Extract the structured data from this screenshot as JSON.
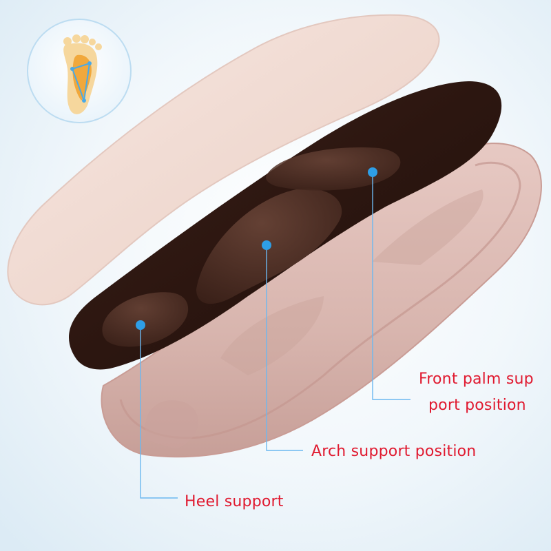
{
  "callouts": {
    "front_palm": {
      "line1": "Front palm sup",
      "line2": "port position"
    },
    "arch": "Arch support position",
    "heel": "Heel support"
  },
  "colors": {
    "label_text": "#e0192f",
    "marker_dot": "#2e9ee6",
    "leader_line": "#6bb8f0",
    "background": "#e9f3fa",
    "top_layer": "#efd9d1",
    "middle_layer": "#2f1812",
    "bottom_layer": "#d6b2ac"
  },
  "icons": {
    "badge": "foot-arch-diagram-icon"
  }
}
